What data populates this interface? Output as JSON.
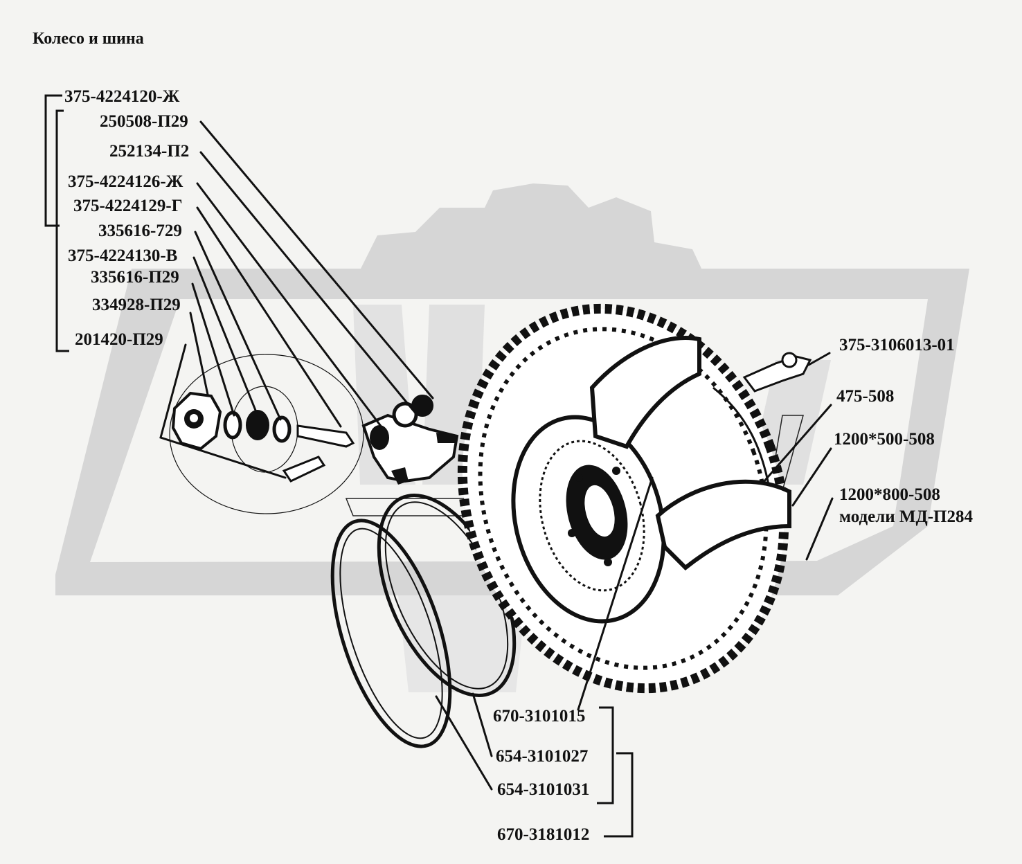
{
  "title": "Колесо и шина",
  "labels": {
    "p375_4224120": "375-4224120-Ж",
    "p250508": "250508-П29",
    "p252134": "252134-П2",
    "p375_4224126": "375-4224126-Ж",
    "p375_4224129": "375-4224129-Г",
    "p335616_729": "335616-729",
    "p375_4224130": "375-4224130-В",
    "p335616_p29": "335616-П29",
    "p334928": "334928-П29",
    "p201420": "201420-П29",
    "p375_3106013": "375-3106013-01",
    "p475_508": "475-508",
    "p1200_500": "1200*500-508",
    "p1200_800": "1200*800-508",
    "p1200_800_model": "модели МД-П284",
    "p670_3101015": "670-3101015",
    "p654_3101027": "654-3101027",
    "p654_3101031": "654-3101031",
    "p670_3181012": "670-3181012"
  },
  "colors": {
    "background": "#f4f4f2",
    "ink": "#111111",
    "watermark": "#d6d6d6"
  },
  "icons": [
    "gear-watermark",
    "tire-illustration",
    "valve-assembly",
    "rim-rings",
    "cap-part"
  ]
}
